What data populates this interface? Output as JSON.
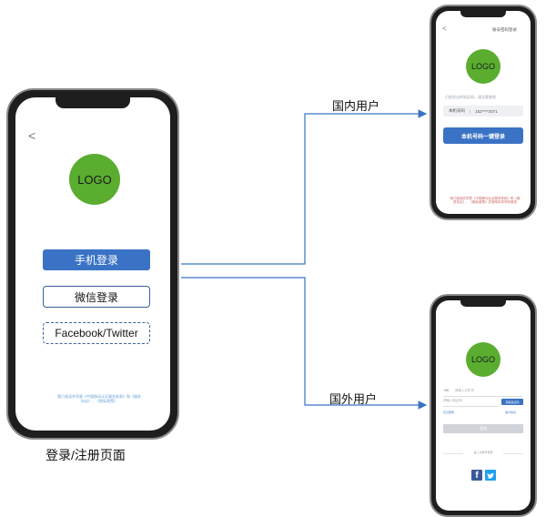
{
  "main_screen": {
    "back": "<",
    "logo": "LOGO",
    "phone_login": "手机登录",
    "wechat_login": "微信登录",
    "social_login": "Facebook/Twitter",
    "agreement": "我已阅读并同意《中国移动认证服务条款》和《服务协议》、《隐私政策》",
    "caption": "登录/注册页面"
  },
  "domestic_screen": {
    "back": "<",
    "top_right_link": "账号密码登录",
    "logo": "LOGO",
    "hint": "已经发出的验证码，请注意查收",
    "phone_label": "本机号码",
    "phone_value": "152****3071",
    "one_click_login": "本机号码一键登录",
    "agreement": "我已阅读并同意《中国移动认证服务条款》和《服务协议》、《隐私政策》并使用本机号码登录"
  },
  "overseas_screen": {
    "logo": "LOGO",
    "region_code": "+86",
    "phone_placeholder": "请输入手机号",
    "code_placeholder": "请输入验证码",
    "get_code": "获取验证码",
    "forgot": "忘记密码",
    "agreement_link": "用户协议",
    "login_button": "登录",
    "third_party": "第三方账号登录",
    "social_colors": {
      "facebook": "#3b5998",
      "twitter": "#1da1f2"
    }
  },
  "connectors": {
    "domestic_label": "国内用户",
    "overseas_label": "国外用户",
    "line_color": "#3a73c5"
  }
}
